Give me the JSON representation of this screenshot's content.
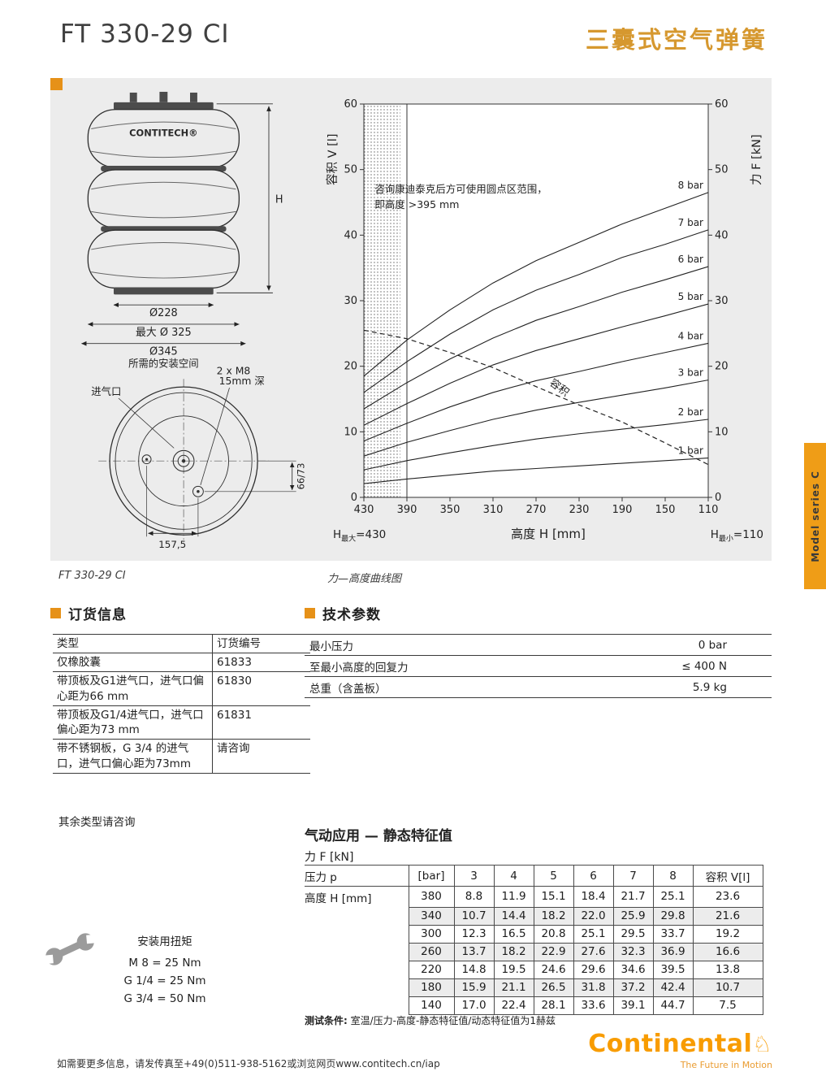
{
  "page": {
    "title": "FT 330-29 CI",
    "subtitle": "三囊式空气弹簧",
    "series_tab": "Model series C",
    "footer": "如需要更多信息，请发传真至+49(0)511-938-5162或浏览网页www.contitech.cn/iap",
    "brand": "Continental",
    "tagline": "The Future in Motion",
    "accent_color": "#e69118"
  },
  "sections": {
    "ordering": "订货信息",
    "tech": "技术参数"
  },
  "drawing": {
    "caption": "FT 330-29 CI",
    "labels": {
      "brand_mark": "CONTITECH®",
      "dim_h": "H",
      "dia_228": "Ø228",
      "dia_325": "最大 Ø 325",
      "dia_345": "Ø345",
      "install_space": "所需的安装空间",
      "air_inlet": "进气口",
      "bolt_note_1": "2 x M8",
      "bolt_note_2": "15mm 深",
      "offset": "66/73",
      "width": "157,5"
    }
  },
  "chart_data": {
    "type": "line",
    "title": "力—高度曲线图",
    "xlabel": "高度 H [mm]",
    "ylabel_left": "容积 V [l]",
    "ylabel_right": "力 F [kN]",
    "x_ticks": [
      430,
      390,
      350,
      310,
      270,
      230,
      190,
      150,
      110
    ],
    "x_range": [
      430,
      110
    ],
    "ylim": [
      0,
      60
    ],
    "heights": [
      430,
      390,
      350,
      310,
      270,
      230,
      190,
      150,
      110
    ],
    "series": [
      {
        "name": "1 bar",
        "values": [
          2.1,
          2.8,
          3.4,
          4.0,
          4.4,
          4.8,
          5.2,
          5.6,
          6.0
        ]
      },
      {
        "name": "2 bar",
        "values": [
          4.2,
          5.6,
          6.8,
          7.9,
          8.9,
          9.7,
          10.4,
          11.1,
          11.9
        ]
      },
      {
        "name": "3 bar",
        "values": [
          6.3,
          8.4,
          10.2,
          11.9,
          13.3,
          14.5,
          15.6,
          16.7,
          17.9
        ]
      },
      {
        "name": "4 bar",
        "values": [
          8.6,
          11.3,
          13.8,
          16.0,
          17.8,
          19.2,
          20.7,
          22.1,
          23.5
        ]
      },
      {
        "name": "5 bar",
        "values": [
          11.0,
          14.3,
          17.4,
          20.2,
          22.4,
          24.2,
          26.0,
          27.7,
          29.5
        ]
      },
      {
        "name": "6 bar",
        "values": [
          13.5,
          17.5,
          21.1,
          24.3,
          27.0,
          29.1,
          31.3,
          33.2,
          35.2
        ]
      },
      {
        "name": "7 bar",
        "values": [
          16.0,
          20.7,
          24.9,
          28.6,
          31.6,
          34.0,
          36.6,
          38.6,
          40.8
        ]
      },
      {
        "name": "8 bar",
        "values": [
          18.5,
          24.0,
          28.6,
          32.7,
          36.1,
          38.9,
          41.7,
          44.1,
          46.5
        ]
      }
    ],
    "volume_series": {
      "name": "容积",
      "style": "dashed",
      "values": [
        25.5,
        24.2,
        22.1,
        19.8,
        16.9,
        14.1,
        11.5,
        8.3,
        5.0
      ]
    },
    "annotation_lines": [
      "咨询康迪泰克后方可使用圆点区范围，",
      "即高度 >395 mm"
    ],
    "hatch_region": [
      430,
      396
    ],
    "divider_height": 390,
    "h_max": {
      "pre": "H",
      "sub": "最大",
      "rest": "=430"
    },
    "h_min": {
      "pre": "H",
      "sub": "最小",
      "rest": "=110"
    }
  },
  "ordering": {
    "headers": [
      "类型",
      "订货编号"
    ],
    "rows": [
      {
        "type": "仅橡胶囊",
        "code": "61833"
      },
      {
        "type": "带顶板及G1进气口，进气口偏心距为66 mm",
        "code": "61830"
      },
      {
        "type": "带顶板及G1/4进气口，进气口偏心距为73 mm",
        "code": "61831"
      },
      {
        "type": "带不锈钢板，G 3/4 的进气口，进气口偏心距为73mm",
        "code": "请咨询"
      }
    ],
    "note": "其余类型请咨询"
  },
  "tech": {
    "rows": [
      {
        "label": "最小压力",
        "value": "0 bar"
      },
      {
        "label": "至最小高度的回复力",
        "value": "≤ 400 N"
      },
      {
        "label": "总重（含盖板）",
        "value": "5.9 kg"
      }
    ]
  },
  "pneumatic": {
    "title": "气动应用 — 静态特征值",
    "force_label": "力 F [kN]",
    "pressure_label": "压力 p",
    "pressure_unit": "[bar]",
    "height_label": "高度 H [mm]",
    "pressures": [
      "3",
      "4",
      "5",
      "6",
      "7",
      "8"
    ],
    "volume_header": "容积 V[l]",
    "rows": [
      {
        "height": "380",
        "values": [
          "8.8",
          "11.9",
          "15.1",
          "18.4",
          "21.7",
          "25.1"
        ],
        "volume": "23.6"
      },
      {
        "height": "340",
        "values": [
          "10.7",
          "14.4",
          "18.2",
          "22.0",
          "25.9",
          "29.8"
        ],
        "volume": "21.6"
      },
      {
        "height": "300",
        "values": [
          "12.3",
          "16.5",
          "20.8",
          "25.1",
          "29.5",
          "33.7"
        ],
        "volume": "19.2"
      },
      {
        "height": "260",
        "values": [
          "13.7",
          "18.2",
          "22.9",
          "27.6",
          "32.3",
          "36.9"
        ],
        "volume": "16.6"
      },
      {
        "height": "220",
        "values": [
          "14.8",
          "19.5",
          "24.6",
          "29.6",
          "34.6",
          "39.5"
        ],
        "volume": "13.8"
      },
      {
        "height": "180",
        "values": [
          "15.9",
          "21.1",
          "26.5",
          "31.8",
          "37.2",
          "42.4"
        ],
        "volume": "10.7"
      },
      {
        "height": "140",
        "values": [
          "17.0",
          "22.4",
          "28.1",
          "33.6",
          "39.1",
          "44.7"
        ],
        "volume": "7.5"
      }
    ],
    "test_label": "测试条件:",
    "test_note": "室温/压力-高度-静态特征值/动态特征值为1赫兹"
  },
  "torque": {
    "title": "安装用扭矩",
    "items": [
      "M 8 = 25 Nm",
      "G 1/4 = 25 Nm",
      "G 3/4 = 50 Nm"
    ]
  }
}
